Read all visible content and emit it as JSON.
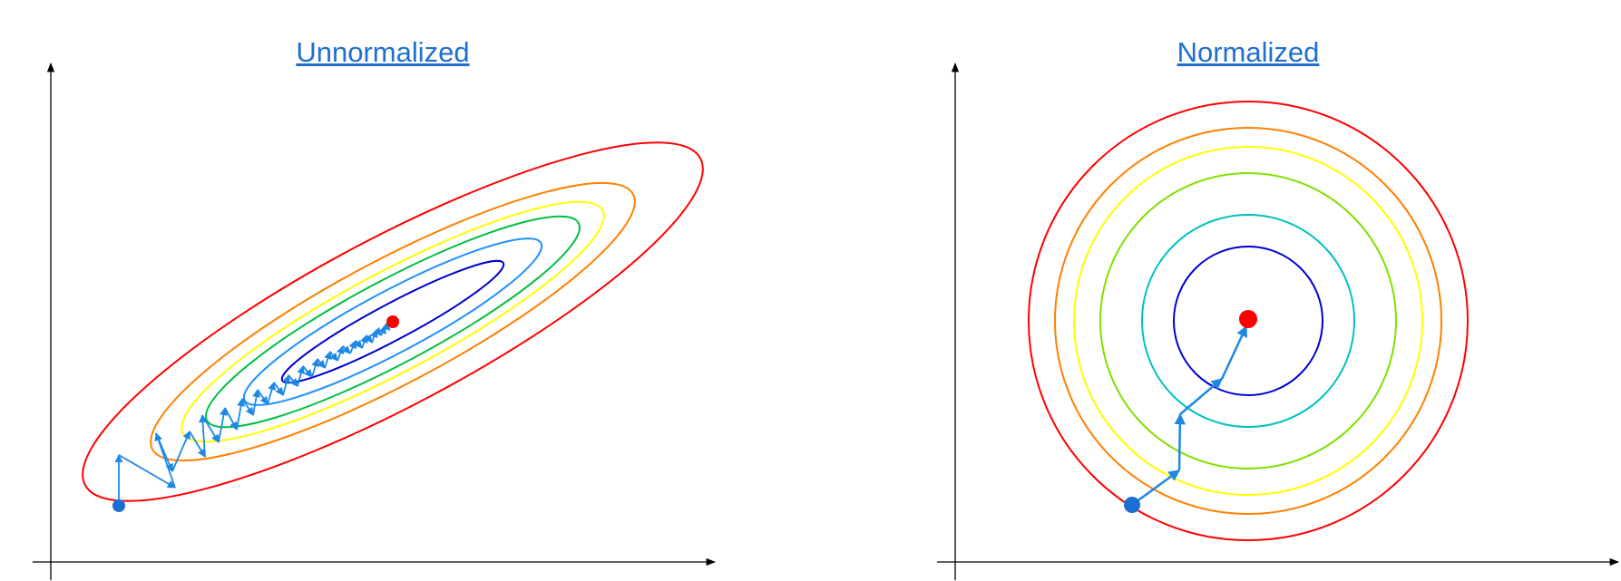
{
  "panels": [
    {
      "id": "left",
      "title": "Unnormalized",
      "start_point_color": "#1a6fd0",
      "minimum_point_color": "#ff0000",
      "path_color": "#1e88e5",
      "contour_colors": [
        "#ff0000",
        "#ff8000",
        "#ffff00",
        "#00c040",
        "#1e90ff",
        "#0000d0"
      ]
    },
    {
      "id": "right",
      "title": "Normalized",
      "start_point_color": "#1a6fd0",
      "minimum_point_color": "#ff0000",
      "path_color": "#1e88e5",
      "contour_colors": [
        "#ff0000",
        "#ff8000",
        "#ffff00",
        "#80e000",
        "#00c0c0",
        "#0000d0"
      ]
    }
  ],
  "axis_color": "#000000"
}
